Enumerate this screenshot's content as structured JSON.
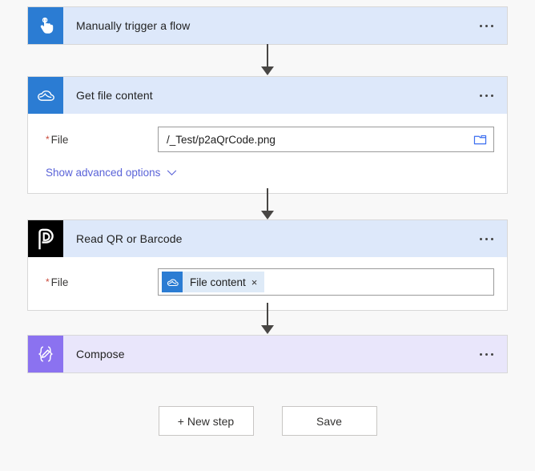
{
  "flow": {
    "steps": [
      {
        "id": "trigger",
        "title": "Manually trigger a flow",
        "icon": "hand-tap-icon",
        "tile_color": "#2b7cd3",
        "header_color": "#dde8fa",
        "has_body": false
      },
      {
        "id": "get-file-content",
        "title": "Get file content",
        "icon": "onedrive-cloud-icon",
        "tile_color": "#2b7cd3",
        "header_color": "#dde8fa",
        "has_body": true,
        "field": {
          "label": "File",
          "required_marker": "*",
          "value": "/_Test/p2aQrCode.png",
          "picker_icon": "folder-icon"
        },
        "advanced_link": "Show advanced options",
        "advanced_chevron": "chevron-down-icon"
      },
      {
        "id": "read-qr-or-barcode",
        "title": "Read QR or Barcode",
        "icon": "plumsail-p-icon",
        "tile_color": "#000000",
        "header_color": "#dde8fa",
        "has_body": true,
        "field": {
          "label": "File",
          "required_marker": "*",
          "token": {
            "label": "File content",
            "icon": "onedrive-cloud-icon",
            "close": "×"
          }
        }
      },
      {
        "id": "compose",
        "title": "Compose",
        "icon": "compose-braces-pencil-icon",
        "tile_color": "#8b72f0",
        "header_color": "#e9e6fb",
        "has_body": false
      }
    ],
    "overflow_menu_name": "more-commands"
  },
  "actions": {
    "new_step": "+ New step",
    "save": "Save"
  },
  "colors": {
    "accent_blue": "#2b7cd3",
    "header_blue": "#dde8fa",
    "compose_purple": "#8b72f0",
    "compose_header": "#e9e6fb",
    "link_blue": "#5a63d8",
    "required_red": "#c94a3b",
    "arrow_gray": "#484644",
    "canvas_bg": "#f8f8f8"
  }
}
